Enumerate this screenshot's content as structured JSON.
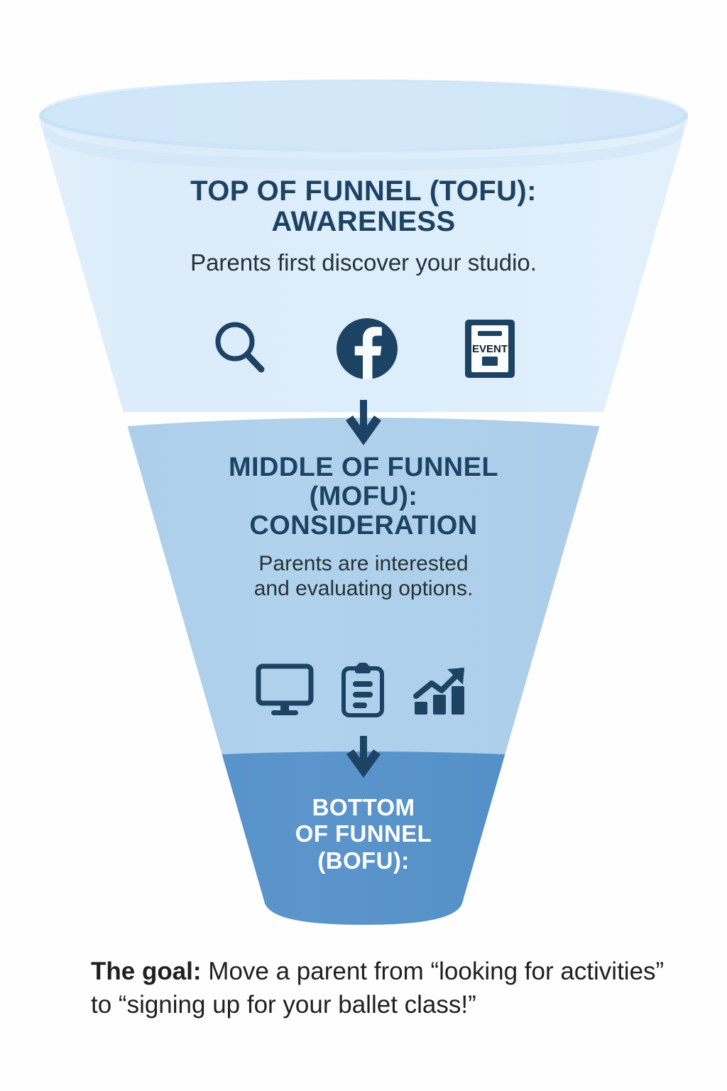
{
  "diagram": {
    "type": "marketing-funnel",
    "stages": [
      {
        "id": "tofu",
        "title": "TOP OF FUNNEL (TOFU): AWARENESS",
        "title_line1": "TOP OF FUNNEL (TOFU):",
        "title_line2": "AWARENESS",
        "subtitle": "Parents first discover your studio.",
        "band_color": "#ddedfa",
        "text_color": "#1d4364",
        "icons": [
          {
            "name": "search-icon",
            "label": "search"
          },
          {
            "name": "facebook-icon",
            "label": "Facebook"
          },
          {
            "name": "event-flyer-icon",
            "label": "EVENT",
            "badge_text": "EVENT"
          }
        ]
      },
      {
        "id": "mofu",
        "title": "MIDDLE OF FUNNEL (MOFU): CONSIDERATION",
        "title_line1": "MIDDLE OF FUNNEL",
        "title_line2": "(MOFU):",
        "title_line3": "CONSIDERATION",
        "subtitle_line1": "Parents are interested",
        "subtitle_line2": "and evaluating options.",
        "band_color": "#afd0ea",
        "text_color": "#1d4364",
        "icons": [
          {
            "name": "desktop-monitor-icon",
            "label": "website"
          },
          {
            "name": "clipboard-list-icon",
            "label": "form"
          },
          {
            "name": "growth-chart-icon",
            "label": "growth"
          }
        ]
      },
      {
        "id": "bofu",
        "title": "BOTTOM OF FUNNEL (BOFU):",
        "title_line1": "BOTTOM",
        "title_line2": "OF FUNNEL",
        "title_line3": "(BOFU):",
        "band_color": "#5490c8",
        "text_color": "#ffffff",
        "icons": []
      }
    ],
    "arrows": [
      {
        "name": "arrow-tofu-to-mofu",
        "direction": "down"
      },
      {
        "name": "arrow-mofu-to-bofu",
        "direction": "down"
      }
    ]
  },
  "caption": {
    "lead": "The goal:",
    "rest": " Move a parent from “looking for activities” to “signing up for your ballet class!”"
  },
  "colors": {
    "background": "#fefefe",
    "navy": "#1d4364",
    "tofu": "#ddedfa",
    "tofu_rim": "#cbe4f7",
    "mofu": "#afd0ea",
    "bofu": "#5490c8",
    "caption_text": "#1f1f1f"
  }
}
